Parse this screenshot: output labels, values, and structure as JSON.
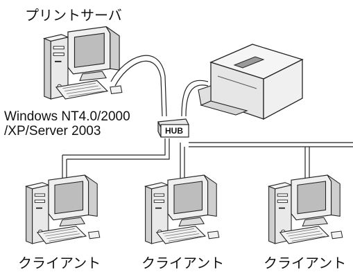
{
  "server": {
    "title": "プリントサーバ",
    "os_line1": "Windows NT4.0/2000",
    "os_line2": "/XP/Server 2003"
  },
  "hub": {
    "label": "HUB"
  },
  "clients": [
    {
      "label": "クライアント"
    },
    {
      "label": "クライアント"
    },
    {
      "label": "クライアント"
    }
  ],
  "icons": [
    "computer-icon",
    "printer-icon",
    "hub-icon",
    "network-cable"
  ]
}
